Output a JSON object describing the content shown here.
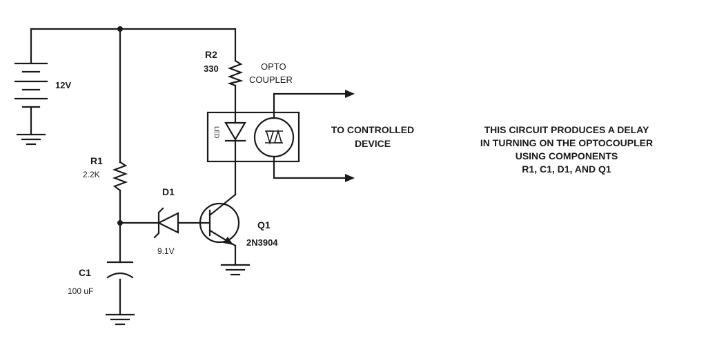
{
  "components": {
    "battery": {
      "voltage": "12V"
    },
    "r1": {
      "name": "R1",
      "value": "2.2K"
    },
    "r2": {
      "name": "R2",
      "value": "330"
    },
    "c1": {
      "name": "C1",
      "value": "100 uF"
    },
    "d1": {
      "name": "D1",
      "value": "9.1V"
    },
    "q1": {
      "name": "Q1",
      "part": "2N3904"
    },
    "optocoupler": {
      "line1": "OPTO",
      "line2": "COUPLER",
      "led_label": "LED"
    }
  },
  "output_label": {
    "line1": "TO CONTROLLED",
    "line2": "DEVICE"
  },
  "description": {
    "lines": [
      "THIS CIRCUIT PRODUCES A DELAY",
      "IN TURNING ON THE OPTOCOUPLER",
      "USING COMPONENTS",
      "R1, C1, D1, AND Q1"
    ]
  }
}
